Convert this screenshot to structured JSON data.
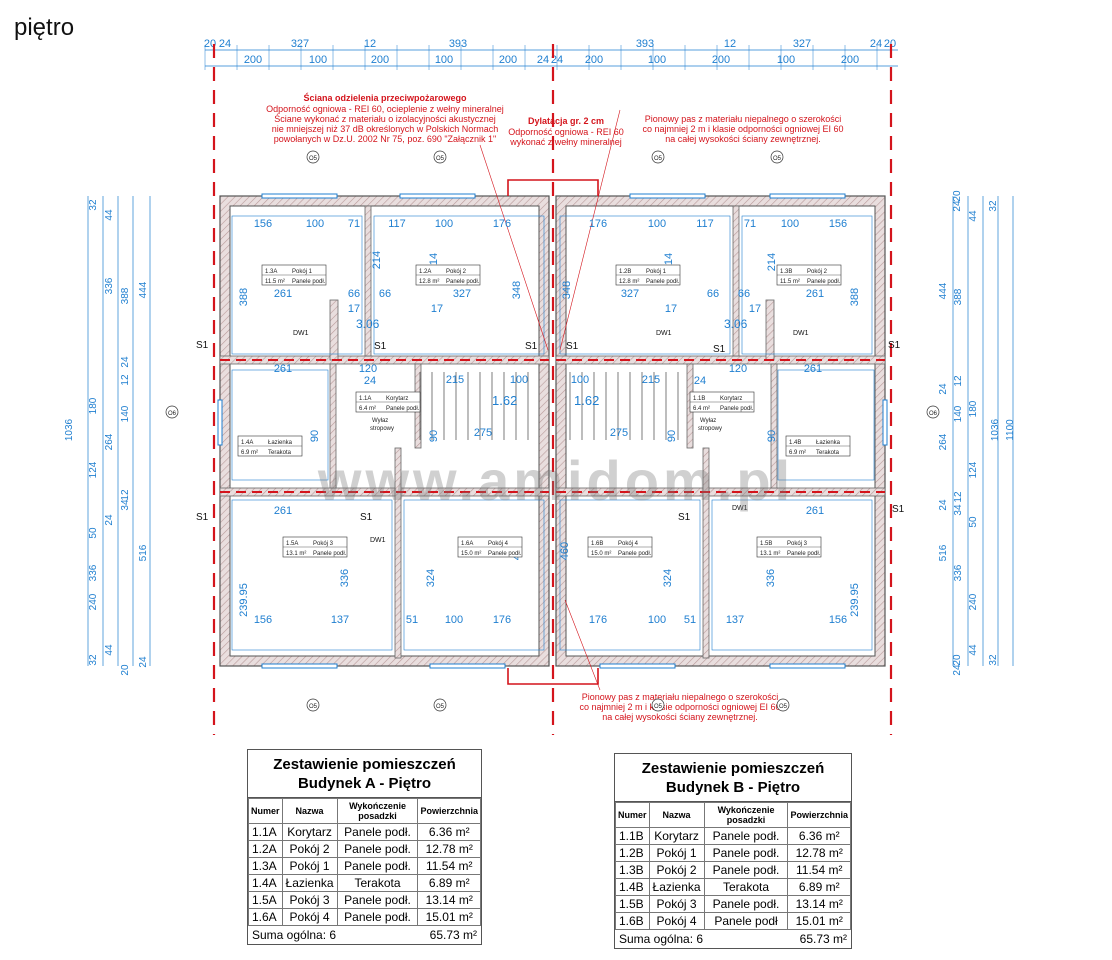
{
  "heading": "piętro",
  "watermark": "www.amidom.pl",
  "notes": {
    "fire_wall_title": "Ściana odzielenia przeciwpożarowego",
    "fire_wall_lines": [
      "Odporność ogniowa - REI 60, ocieplenie z wełny mineralnej",
      "Ściane wykonać z materiału o izolacyjności akustycznej",
      "nie mniejszej niż 37 dB określonych w Polskich Normach",
      "powołanych w Dz.U. 2002 Nr 75, poz. 690 \"Załącznik 1\""
    ],
    "dilatation_title": "Dylatacja gr. 2 cm",
    "dilatation_lines": [
      "Odporność ogniowa - REI 60",
      "wykonać z wełny mineralnej"
    ],
    "strip_top_lines": [
      "Pionowy pas z materiału niepalnego o szerokości",
      "co najmniej 2 m i klasie odporności ogniowej EI 60",
      "na całej wysokości ściany zewnętrznej."
    ],
    "strip_bottom_lines": [
      "Pionowy pas z materiału niepalnego o szerokości",
      "co najmniej 2 m i klasie odporności ogniowej EI 60",
      "na całej wysokości ściany zewnętrznej."
    ]
  },
  "dims": {
    "top1": [
      "20",
      "24",
      "327",
      "12",
      "393",
      "393",
      "12",
      "327",
      "24",
      "20"
    ],
    "top2": [
      "200",
      "100",
      "200",
      "100",
      "200",
      "24",
      "24",
      "200",
      "100",
      "200",
      "100",
      "200"
    ],
    "left1": [
      "32",
      "44",
      "336",
      "388",
      "444",
      "24",
      "12",
      "180",
      "140",
      "264",
      "124",
      "12",
      "34",
      "24",
      "50",
      "336",
      "516",
      "240",
      "44",
      "32",
      "20",
      "24"
    ],
    "left_total": [
      "1036",
      "1100"
    ],
    "right1": [
      "20",
      "24",
      "32",
      "44",
      "388",
      "444",
      "12",
      "24",
      "140",
      "180",
      "264",
      "124",
      "12",
      "24",
      "34",
      "50",
      "516",
      "336",
      "240",
      "44",
      "32",
      "20",
      "24"
    ],
    "right_total": [
      "1036",
      "1100"
    ]
  },
  "rooms": [
    {
      "num": "1.3A",
      "name": "Pokój 1",
      "area": "11.5 m²",
      "floor": "Panele podł."
    },
    {
      "num": "1.2A",
      "name": "Pokój 2",
      "area": "12.8 m²",
      "floor": "Panele podł."
    },
    {
      "num": "1.2B",
      "name": "Pokój 1",
      "area": "12.8 m²",
      "floor": "Panele podł."
    },
    {
      "num": "1.3B",
      "name": "Pokój 2",
      "area": "11.5 m²",
      "floor": "Panele podł."
    },
    {
      "num": "1.1A",
      "name": "Korytarz",
      "area": "6.4 m²",
      "floor": "Panele podł."
    },
    {
      "num": "1.1B",
      "name": "Korytarz",
      "area": "6.4 m²",
      "floor": "Panele podł."
    },
    {
      "num": "1.4A",
      "name": "Łazienka",
      "area": "6.9 m²",
      "floor": "Terakota"
    },
    {
      "num": "1.4B",
      "name": "Łazienka",
      "area": "6.9 m²",
      "floor": "Terakota"
    },
    {
      "num": "1.5A",
      "name": "Pokój 3",
      "area": "13.1 m²",
      "floor": "Panele podł."
    },
    {
      "num": "1.6A",
      "name": "Pokój 4",
      "area": "15.0 m²",
      "floor": "Panele podł."
    },
    {
      "num": "1.6B",
      "name": "Pokój 4",
      "area": "15.0 m²",
      "floor": "Panele podł."
    },
    {
      "num": "1.5B",
      "name": "Pokój 3",
      "area": "13.1 m²",
      "floor": "Panele podł."
    }
  ],
  "labels": {
    "s1": "S1",
    "dw1": "DW1",
    "o5": "O5",
    "o6": "O6",
    "wylaz": [
      "Wyłaz",
      "stropowy"
    ],
    "stair_a": "1.62",
    "stair_b": "1.62",
    "landing_a": "3.06",
    "landing_b": "3.06",
    "in_dims": [
      "156",
      "100",
      "71",
      "117",
      "100",
      "176",
      "176",
      "100",
      "117",
      "71",
      "100",
      "156",
      "261",
      "327",
      "327",
      "261",
      "66",
      "66",
      "66",
      "66",
      "348",
      "348",
      "214",
      "214",
      "214",
      "214",
      "17",
      "17",
      "17",
      "17",
      "261",
      "120",
      "215",
      "100",
      "100",
      "215",
      "120",
      "261",
      "275",
      "275",
      "261",
      "261",
      "336",
      "324",
      "460",
      "460",
      "324",
      "336",
      "239.95",
      "239.95",
      "156",
      "137",
      "51",
      "100",
      "176",
      "176",
      "100",
      "51",
      "137",
      "156",
      "90",
      "90",
      "90",
      "90",
      "24",
      "24",
      "388",
      "388"
    ]
  },
  "table_a": {
    "title1": "Zestawienie pomieszczeń",
    "title2": "Budynek A - Piętro",
    "headers": [
      "Numer",
      "Nazwa",
      "Wykończenie posadzki",
      "Powierzchnia"
    ],
    "rows": [
      [
        "1.1A",
        "Korytarz",
        "Panele podł.",
        "6.36 m²"
      ],
      [
        "1.2A",
        "Pokój 2",
        "Panele podł.",
        "12.78 m²"
      ],
      [
        "1.3A",
        "Pokój 1",
        "Panele podł.",
        "11.54 m²"
      ],
      [
        "1.4A",
        "Łazienka",
        "Terakota",
        "6.89 m²"
      ],
      [
        "1.5A",
        "Pokój 3",
        "Panele podł.",
        "13.14 m²"
      ],
      [
        "1.6A",
        "Pokój 4",
        "Panele podł.",
        "15.01 m²"
      ]
    ],
    "sum_label": "Suma ogólna: 6",
    "sum_value": "65.73 m²"
  },
  "table_b": {
    "title1": "Zestawienie pomieszczeń",
    "title2": "Budynek B - Piętro",
    "headers": [
      "Numer",
      "Nazwa",
      "Wykończenie posadzki",
      "Powierzchnia"
    ],
    "rows": [
      [
        "1.1B",
        "Korytarz",
        "Panele podł.",
        "6.36 m²"
      ],
      [
        "1.2B",
        "Pokój 1",
        "Panele podł.",
        "12.78 m²"
      ],
      [
        "1.3B",
        "Pokój 2",
        "Panele podł.",
        "11.54 m²"
      ],
      [
        "1.4B",
        "Łazienka",
        "Terakota",
        "6.89 m²"
      ],
      [
        "1.5B",
        "Pokój 3",
        "Panele podł.",
        "13.14 m²"
      ],
      [
        "1.6B",
        "Pokój 4",
        "Panele podł",
        "15.01 m²"
      ]
    ],
    "sum_label": "Suma ogólna: 6",
    "sum_value": "65.73 m²"
  },
  "colors": {
    "wall": "#7a7a7a",
    "dim": "#1f7fd0",
    "red": "#d4141c",
    "hatch": "#c9a9a9",
    "text": "#111111"
  }
}
